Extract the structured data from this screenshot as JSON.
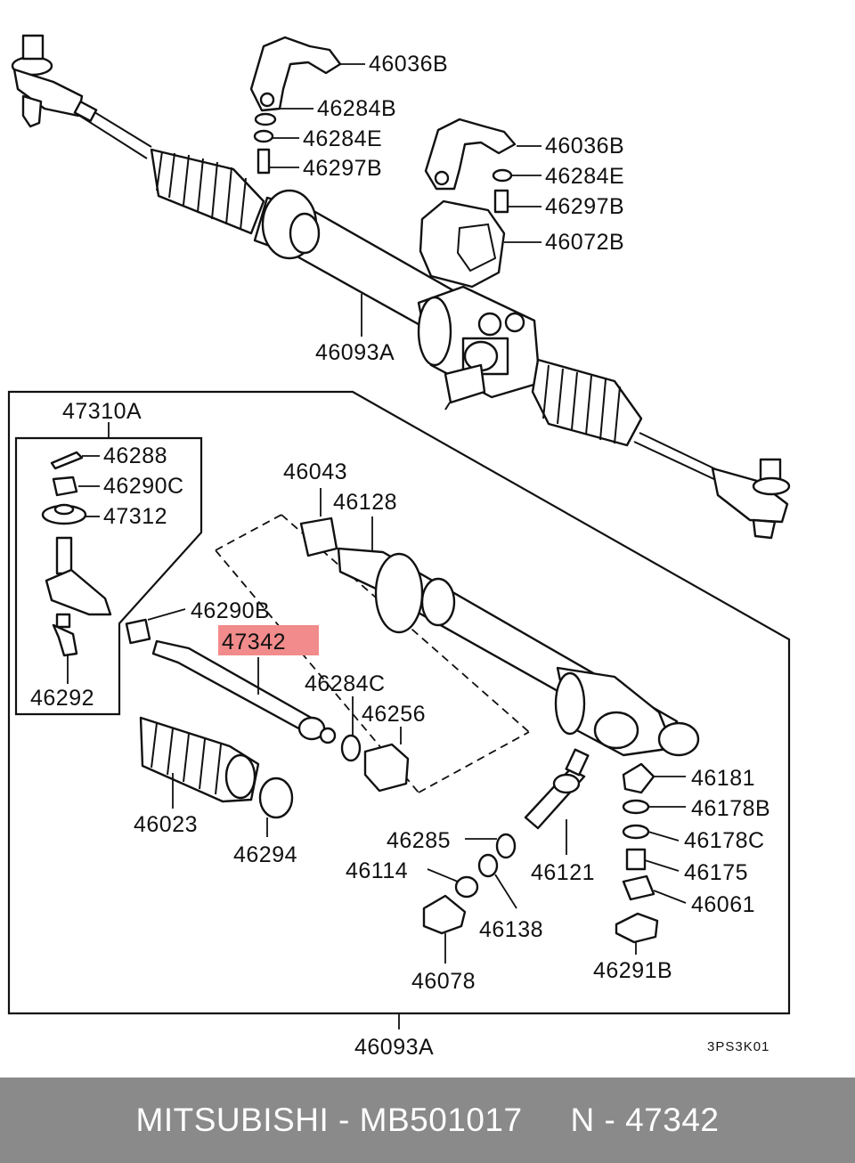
{
  "diagram": {
    "labels": {
      "p46036B_1": "46036B",
      "p46284B": "46284B",
      "p46284E_1": "46284E",
      "p46297B_1": "46297B",
      "p46036B_2": "46036B",
      "p46284E_2": "46284E",
      "p46297B_2": "46297B",
      "p46072B": "46072B",
      "p46093A_top": "46093A",
      "p47310A": "47310A",
      "p46288": "46288",
      "p46290C": "46290C",
      "p47312": "47312",
      "p46292": "46292",
      "p46043": "46043",
      "p46128": "46128",
      "p46290B": "46290B",
      "p47342": "47342",
      "p46284C": "46284C",
      "p46256": "46256",
      "p46023": "46023",
      "p46294": "46294",
      "p46181": "46181",
      "p46178B": "46178B",
      "p46178C": "46178C",
      "p46175": "46175",
      "p46061": "46061",
      "p46291B": "46291B",
      "p46285": "46285",
      "p46114": "46114",
      "p46121": "46121",
      "p46138": "46138",
      "p46078": "46078",
      "p46093A_bottom": "46093A"
    },
    "diagram_code": "3PS3K01",
    "highlight_color": "#f28b8b"
  },
  "footer": {
    "text": "MITSUBISHI - MB501017     N - 47342",
    "background": "#8a8a8a"
  }
}
